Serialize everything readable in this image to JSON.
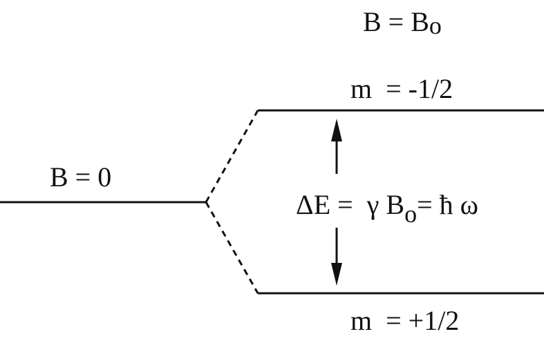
{
  "title_field": {
    "main": "B = B",
    "subscript": "o"
  },
  "upper_level_label": "m  = -1/2",
  "lower_level_label": "m  = +1/2",
  "zero_field_label": "B = 0",
  "energy_equation": {
    "part1": "ΔE =  γ B",
    "subscript": "o",
    "part2": "= ħ ω"
  },
  "colors": {
    "line": "#111111",
    "background": "#ffffff"
  }
}
